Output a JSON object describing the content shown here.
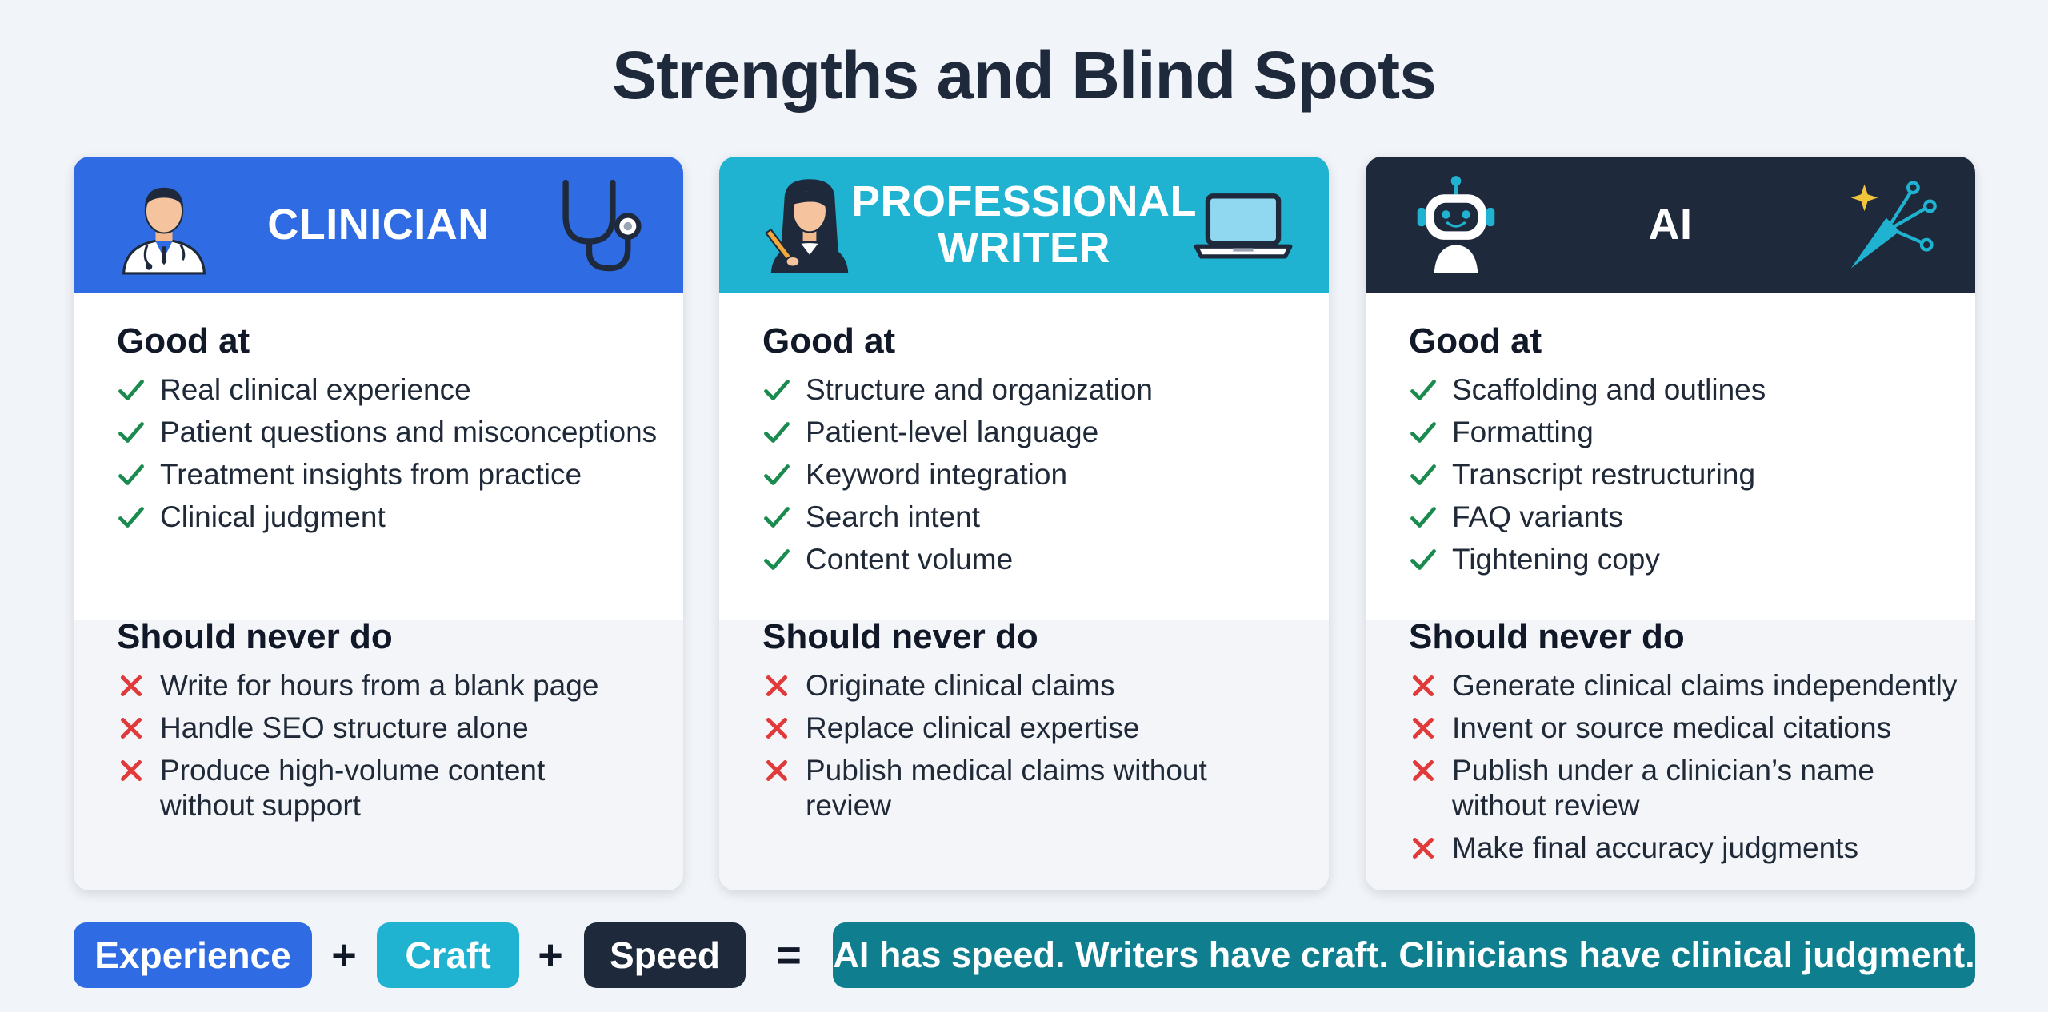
{
  "title": "Strengths and Blind Spots",
  "colors": {
    "clinician": "#2f6be3",
    "writer": "#1fb3d1",
    "ai": "#1e2a3b",
    "check": "#1a8a4e",
    "cross": "#e03a3a",
    "summary": "#0f7f8f"
  },
  "cards": [
    {
      "title": "CLINICIAN",
      "left_icon": "doctor-icon",
      "right_icon": "stethoscope-icon",
      "good_heading": "Good at",
      "good": [
        "Real clinical experience",
        "Patient questions and misconceptions",
        "Treatment insights from practice",
        "Clinical judgment"
      ],
      "never_heading": "Should never do",
      "never": [
        {
          "line1": "Write for hours from a blank page",
          "line2": ""
        },
        {
          "line1": "Handle SEO structure alone",
          "line2": ""
        },
        {
          "line1": "Produce high-volume content",
          "line2": "without support"
        }
      ]
    },
    {
      "title_line1": "PROFESSIONAL",
      "title_line2": "WRITER",
      "left_icon": "writer-icon",
      "right_icon": "laptop-icon",
      "good_heading": "Good at",
      "good": [
        "Structure and organization",
        "Patient-level language",
        "Keyword integration",
        "Search intent",
        "Content volume"
      ],
      "never_heading": "Should never do",
      "never": [
        {
          "line1": "Originate clinical claims",
          "line2": ""
        },
        {
          "line1": "Replace clinical expertise",
          "line2": ""
        },
        {
          "line1": "Publish medical claims without",
          "line2": "review"
        }
      ]
    },
    {
      "title": "AI",
      "left_icon": "robot-icon",
      "right_icon": "magic-wand-icon",
      "good_heading": "Good at",
      "good": [
        "Scaffolding and outlines",
        "Formatting",
        "Transcript restructuring",
        "FAQ variants",
        "Tightening copy"
      ],
      "never_heading": "Should never do",
      "never": [
        {
          "line1": "Generate clinical claims independently",
          "line2": ""
        },
        {
          "line1": "Invent or source medical citations",
          "line2": ""
        },
        {
          "line1": "Publish under a clinician’s name",
          "line2": "without review"
        },
        {
          "line1": "Make final accuracy judgments",
          "line2": ""
        }
      ]
    }
  ],
  "footer": {
    "experience": "Experience",
    "craft": "Craft",
    "speed": "Speed",
    "plus": "+",
    "equals": "=",
    "summary": "AI has speed. Writers have craft. Clinicians have clinical judgment."
  }
}
